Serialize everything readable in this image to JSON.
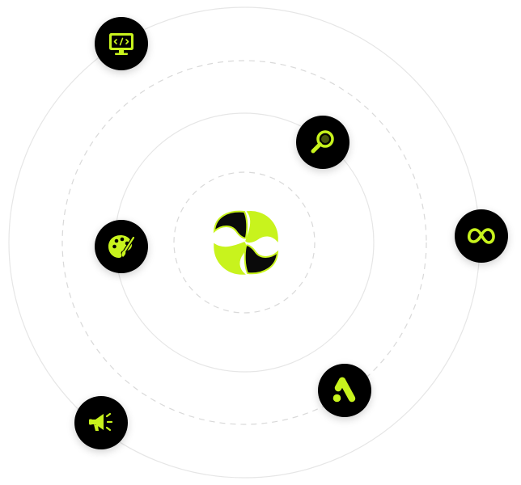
{
  "colors": {
    "accent": "#c8f31d",
    "node_bg": "#000000",
    "orbit_solid": "#e6e6e6",
    "orbit_dashed": "#d9d9d9"
  },
  "center": {
    "icon": "brand-logo-icon"
  },
  "nodes": [
    {
      "id": "code",
      "icon": "code-monitor-icon"
    },
    {
      "id": "search",
      "icon": "magnifier-icon"
    },
    {
      "id": "palette",
      "icon": "palette-brush-icon"
    },
    {
      "id": "meta",
      "icon": "meta-infinity-icon"
    },
    {
      "id": "ads",
      "icon": "google-ads-icon"
    },
    {
      "id": "megaphone",
      "icon": "megaphone-icon"
    }
  ]
}
